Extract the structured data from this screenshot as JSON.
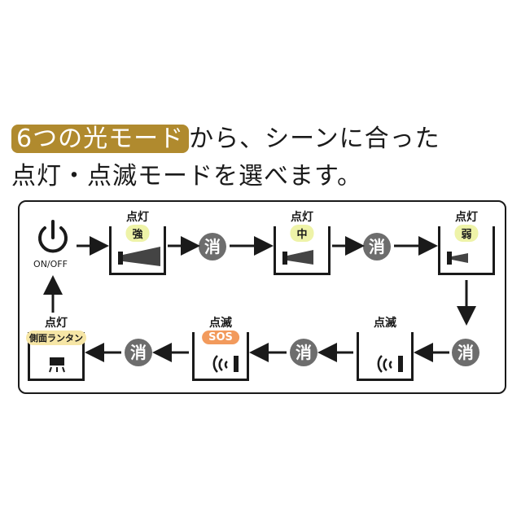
{
  "heading": {
    "highlight": "6つの光モード",
    "rest_line1": "から、シーンに合った",
    "line2": "点灯・点滅モードを選べます。"
  },
  "diagram": {
    "power_label": "ON/OFF",
    "off_label": "消",
    "modes": [
      {
        "id": "strong",
        "title": "点灯",
        "pill": "強",
        "pill_color": "#eef3a8",
        "icon": "flashlight-beam-wide-icon"
      },
      {
        "id": "medium",
        "title": "点灯",
        "pill": "中",
        "pill_color": "#eef3a8",
        "icon": "flashlight-beam-medium-icon"
      },
      {
        "id": "weak",
        "title": "点灯",
        "pill": "弱",
        "pill_color": "#eef3a8",
        "icon": "flashlight-beam-narrow-icon"
      },
      {
        "id": "blink",
        "title": "点滅",
        "pill": "",
        "icon": "blink-waves-icon"
      },
      {
        "id": "sos",
        "title": "点滅",
        "pill": "SOS",
        "pill_color": "#f29a5c",
        "icon": "blink-waves-icon"
      },
      {
        "id": "lantern",
        "title": "点灯",
        "pill": "側面ランタン",
        "pill_color": "#f6e6a6",
        "icon": "side-lantern-icon"
      }
    ]
  }
}
